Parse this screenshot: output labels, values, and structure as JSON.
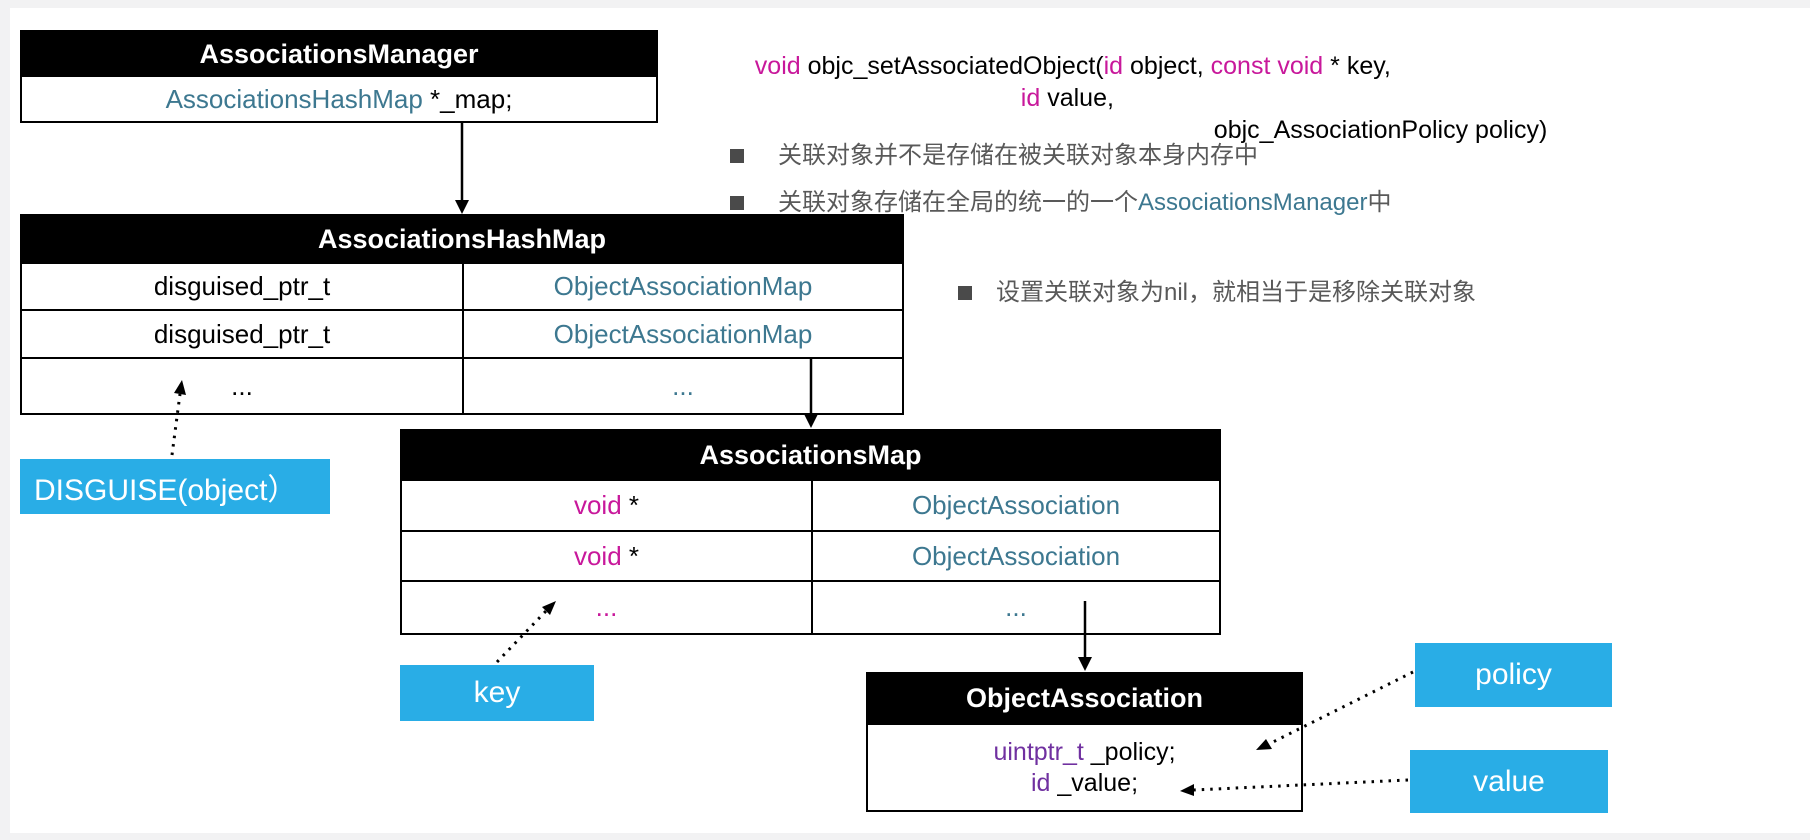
{
  "palette": {
    "keyword_magenta": "#C8189B",
    "type_teal": "#3D7890",
    "type_purple": "#7030A0",
    "label_cyan": "#29ADE6",
    "note_gray": "#595959",
    "table_header_bg": "#000000"
  },
  "code": {
    "line1": {
      "kw1": "void",
      "t1": " objc_setAssociatedObject(",
      "kw2": "id",
      "t2": " object, ",
      "kw3": "const void",
      "t3": " * key,"
    },
    "line2": {
      "kw1": "id",
      "t1": " value,"
    },
    "line3": {
      "t1": "objc_AssociationPolicy policy)"
    }
  },
  "bullets": {
    "b1": "关联对象并不是存储在被关联对象本身内存中",
    "b2_pre": "关联对象存储在全局的统一的一个",
    "b2_link": "AssociationsManager",
    "b2_post": "中",
    "b3": "设置关联对象为nil，就相当于是移除关联对象"
  },
  "tables": {
    "manager": {
      "title": "AssociationsManager",
      "field_type": "AssociationsHashMap",
      "field_rest": " *_map;"
    },
    "hashmap": {
      "title": "AssociationsHashMap",
      "rows": [
        {
          "left": "disguised_ptr_t",
          "right": "ObjectAssociationMap"
        },
        {
          "left": "disguised_ptr_t",
          "right": "ObjectAssociationMap"
        },
        {
          "left": "...",
          "right": "..."
        }
      ]
    },
    "map": {
      "title": "AssociationsMap",
      "rows": [
        {
          "left_kw": "void",
          "left_rest": " *",
          "right": "ObjectAssociation"
        },
        {
          "left_kw": "void",
          "left_rest": " *",
          "right": "ObjectAssociation"
        },
        {
          "left_kw": "...",
          "left_rest": "",
          "right": "..."
        }
      ]
    },
    "association": {
      "title": "ObjectAssociation",
      "line1_kw": "uintptr_t",
      "line1_rest": " _policy;",
      "line2_kw": "id",
      "line2_rest": " _value;"
    }
  },
  "labels": {
    "disguise": "DISGUISE(object）",
    "key": "key",
    "policy": "policy",
    "value": "value"
  }
}
